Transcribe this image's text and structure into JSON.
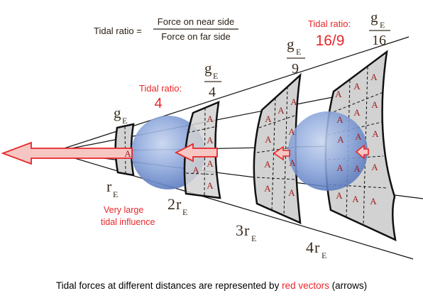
{
  "formula": {
    "lhs": "Tidal ratio =",
    "numerator": "Force on near side",
    "denominator": "Force on far side"
  },
  "ratios": [
    {
      "title": "Tidal ratio:",
      "value": "4"
    },
    {
      "title": "Tidal ratio:",
      "value": "16/9"
    }
  ],
  "gravity_labels": [
    {
      "main": "g",
      "sub": "E",
      "den": ""
    },
    {
      "main": "g",
      "sub": "E",
      "den": "4"
    },
    {
      "main": "g",
      "sub": "E",
      "den": "9"
    },
    {
      "main": "g",
      "sub": "E",
      "den": "16"
    }
  ],
  "distance_labels": [
    {
      "coef": "",
      "main": "r",
      "sub": "E"
    },
    {
      "coef": "2",
      "main": "r",
      "sub": "E"
    },
    {
      "coef": "3",
      "main": "r",
      "sub": "E"
    },
    {
      "coef": "4",
      "main": "r",
      "sub": "E"
    }
  ],
  "influence_note": [
    "Very large",
    "tidal influence"
  ],
  "cell_letter": "A",
  "caption": {
    "before": "Tidal forces at different distances are represented by ",
    "highlight": "red vectors",
    "after": " (arrows)"
  },
  "colors": {
    "accent_red": "#e8262b",
    "frame_fill": "#d2d2d2",
    "sphere_blue": "#7f9fd6",
    "arrow_fill": "#f6c7c2",
    "label_brown": "#3a2d1e"
  }
}
